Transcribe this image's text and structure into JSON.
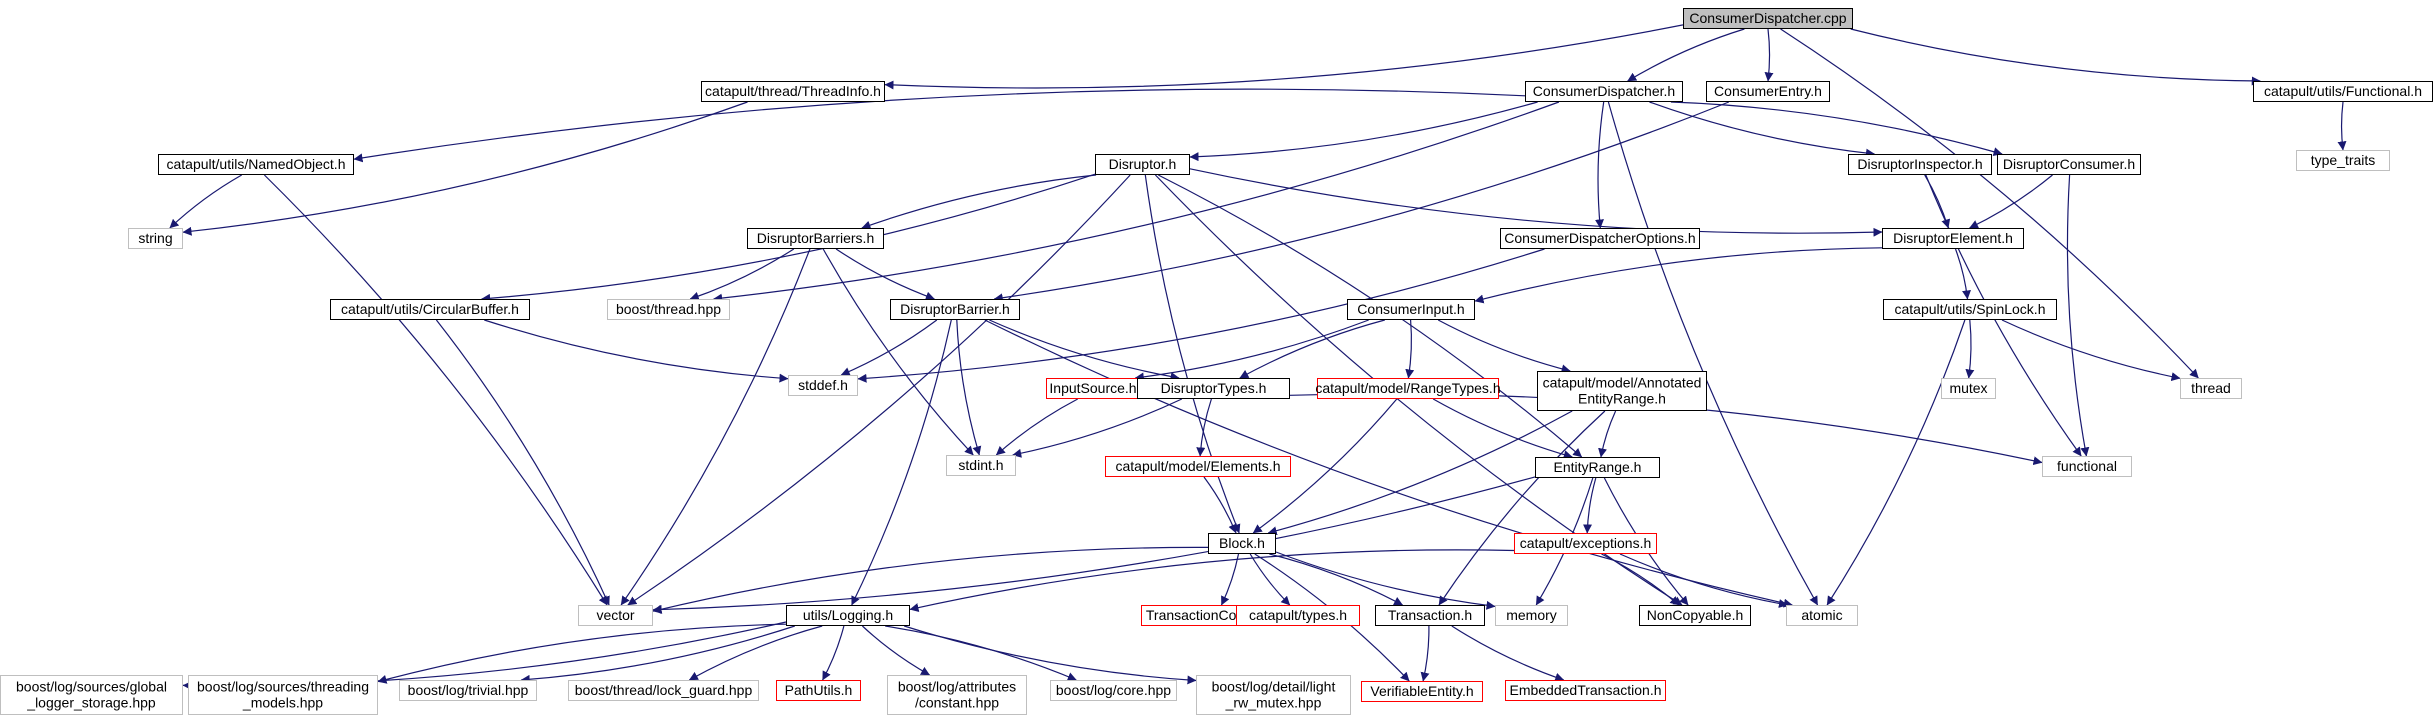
{
  "diagram": {
    "title": "ConsumerDispatcher.cpp",
    "styles": {
      "root": {
        "fill": "#bfbfbf",
        "stroke": "#000000"
      },
      "doc": {
        "fill": "#ffffff",
        "stroke": "#000000"
      },
      "external": {
        "fill": "#ffffff",
        "stroke": "#bfbfbf"
      },
      "missing": {
        "fill": "#ffffff",
        "stroke": "#ff0000"
      },
      "edge": "#191970"
    },
    "nodes": [
      {
        "id": "root",
        "lines": [
          "ConsumerDispatcher.cpp"
        ],
        "kind": "root"
      },
      {
        "id": "threadinfo",
        "lines": [
          "catapult/thread/ThreadInfo.h"
        ],
        "kind": "doc"
      },
      {
        "id": "cdh",
        "lines": [
          "ConsumerDispatcher.h"
        ],
        "kind": "doc"
      },
      {
        "id": "centry",
        "lines": [
          "ConsumerEntry.h"
        ],
        "kind": "doc"
      },
      {
        "id": "functional_h",
        "lines": [
          "catapult/utils/Functional.h"
        ],
        "kind": "doc"
      },
      {
        "id": "type_traits",
        "lines": [
          "type_traits"
        ],
        "kind": "external"
      },
      {
        "id": "named",
        "lines": [
          "catapult/utils/NamedObject.h"
        ],
        "kind": "doc"
      },
      {
        "id": "disruptor",
        "lines": [
          "Disruptor.h"
        ],
        "kind": "doc"
      },
      {
        "id": "dinspector",
        "lines": [
          "DisruptorInspector.h"
        ],
        "kind": "doc"
      },
      {
        "id": "dconsumer",
        "lines": [
          "DisruptorConsumer.h"
        ],
        "kind": "doc"
      },
      {
        "id": "string",
        "lines": [
          "string"
        ],
        "kind": "external"
      },
      {
        "id": "dbarriers",
        "lines": [
          "DisruptorBarriers.h"
        ],
        "kind": "doc"
      },
      {
        "id": "cdoptions",
        "lines": [
          "ConsumerDispatcherOptions.h"
        ],
        "kind": "doc"
      },
      {
        "id": "delement",
        "lines": [
          "DisruptorElement.h"
        ],
        "kind": "doc"
      },
      {
        "id": "circbuf",
        "lines": [
          "catapult/utils/CircularBuffer.h"
        ],
        "kind": "doc"
      },
      {
        "id": "boostthread",
        "lines": [
          "boost/thread.hpp"
        ],
        "kind": "external"
      },
      {
        "id": "dbarrier",
        "lines": [
          "DisruptorBarrier.h"
        ],
        "kind": "doc"
      },
      {
        "id": "cinput",
        "lines": [
          "ConsumerInput.h"
        ],
        "kind": "doc"
      },
      {
        "id": "spinlock",
        "lines": [
          "catapult/utils/SpinLock.h"
        ],
        "kind": "doc"
      },
      {
        "id": "stddef",
        "lines": [
          "stddef.h"
        ],
        "kind": "external"
      },
      {
        "id": "inputsource",
        "lines": [
          "InputSource.h"
        ],
        "kind": "missing"
      },
      {
        "id": "dtypes",
        "lines": [
          "DisruptorTypes.h"
        ],
        "kind": "doc"
      },
      {
        "id": "rangetypes",
        "lines": [
          "catapult/model/RangeTypes.h"
        ],
        "kind": "missing"
      },
      {
        "id": "annotated",
        "lines": [
          "catapult/model/Annotated",
          "EntityRange.h"
        ],
        "kind": "doc"
      },
      {
        "id": "mutex",
        "lines": [
          "mutex"
        ],
        "kind": "external"
      },
      {
        "id": "thread",
        "lines": [
          "thread"
        ],
        "kind": "external"
      },
      {
        "id": "stdint",
        "lines": [
          "stdint.h"
        ],
        "kind": "external"
      },
      {
        "id": "elements",
        "lines": [
          "catapult/model/Elements.h"
        ],
        "kind": "missing"
      },
      {
        "id": "entityrange",
        "lines": [
          "EntityRange.h"
        ],
        "kind": "doc"
      },
      {
        "id": "functional",
        "lines": [
          "functional"
        ],
        "kind": "external"
      },
      {
        "id": "block",
        "lines": [
          "Block.h"
        ],
        "kind": "doc"
      },
      {
        "id": "exceptions",
        "lines": [
          "catapult/exceptions.h"
        ],
        "kind": "missing"
      },
      {
        "id": "vector",
        "lines": [
          "vector"
        ],
        "kind": "external"
      },
      {
        "id": "logging",
        "lines": [
          "utils/Logging.h"
        ],
        "kind": "doc"
      },
      {
        "id": "txcontainer",
        "lines": [
          "TransactionContainer.h"
        ],
        "kind": "missing"
      },
      {
        "id": "ctypes",
        "lines": [
          "catapult/types.h"
        ],
        "kind": "missing"
      },
      {
        "id": "transaction",
        "lines": [
          "Transaction.h"
        ],
        "kind": "doc"
      },
      {
        "id": "memory",
        "lines": [
          "memory"
        ],
        "kind": "external"
      },
      {
        "id": "noncopyable",
        "lines": [
          "NonCopyable.h"
        ],
        "kind": "doc"
      },
      {
        "id": "atomic",
        "lines": [
          "atomic"
        ],
        "kind": "external"
      },
      {
        "id": "bl_global",
        "lines": [
          "boost/log/sources/global",
          "_logger_storage.hpp"
        ],
        "kind": "external"
      },
      {
        "id": "bl_threading",
        "lines": [
          "boost/log/sources/threading",
          "_models.hpp"
        ],
        "kind": "external"
      },
      {
        "id": "bl_trivial",
        "lines": [
          "boost/log/trivial.hpp"
        ],
        "kind": "external"
      },
      {
        "id": "bt_lockguard",
        "lines": [
          "boost/thread/lock_guard.hpp"
        ],
        "kind": "external"
      },
      {
        "id": "pathutils",
        "lines": [
          "PathUtils.h"
        ],
        "kind": "missing"
      },
      {
        "id": "bl_attr",
        "lines": [
          "boost/log/attributes",
          "/constant.hpp"
        ],
        "kind": "external"
      },
      {
        "id": "bl_core",
        "lines": [
          "boost/log/core.hpp"
        ],
        "kind": "external"
      },
      {
        "id": "bl_mutex",
        "lines": [
          "boost/log/detail/light",
          "_rw_mutex.hpp"
        ],
        "kind": "external"
      },
      {
        "id": "verifiable",
        "lines": [
          "VerifiableEntity.h"
        ],
        "kind": "missing"
      },
      {
        "id": "embedded",
        "lines": [
          "EmbeddedTransaction.h"
        ],
        "kind": "missing"
      }
    ],
    "edges": [
      [
        "root",
        "threadinfo"
      ],
      [
        "root",
        "cdh"
      ],
      [
        "root",
        "centry"
      ],
      [
        "root",
        "functional_h"
      ],
      [
        "root",
        "thread"
      ],
      [
        "functional_h",
        "type_traits"
      ],
      [
        "threadinfo",
        "string"
      ],
      [
        "cdh",
        "named"
      ],
      [
        "cdh",
        "disruptor"
      ],
      [
        "cdh",
        "dinspector"
      ],
      [
        "cdh",
        "dconsumer"
      ],
      [
        "cdh",
        "cdoptions"
      ],
      [
        "cdh",
        "boostthread"
      ],
      [
        "cdh",
        "atomic"
      ],
      [
        "centry",
        "dbarrier"
      ],
      [
        "named",
        "string"
      ],
      [
        "named",
        "vector"
      ],
      [
        "disruptor",
        "dbarriers"
      ],
      [
        "disruptor",
        "circbuf"
      ],
      [
        "disruptor",
        "delement"
      ],
      [
        "disruptor",
        "vector"
      ],
      [
        "disruptor",
        "block"
      ],
      [
        "disruptor",
        "entityrange"
      ],
      [
        "disruptor",
        "noncopyable"
      ],
      [
        "dinspector",
        "delement"
      ],
      [
        "dinspector",
        "functional"
      ],
      [
        "dconsumer",
        "delement"
      ],
      [
        "dconsumer",
        "functional"
      ],
      [
        "dbarriers",
        "boostthread"
      ],
      [
        "dbarriers",
        "dbarrier"
      ],
      [
        "dbarriers",
        "vector"
      ],
      [
        "dbarriers",
        "stdint"
      ],
      [
        "cdoptions",
        "stddef"
      ],
      [
        "delement",
        "cinput"
      ],
      [
        "delement",
        "spinlock"
      ],
      [
        "circbuf",
        "stddef"
      ],
      [
        "circbuf",
        "vector"
      ],
      [
        "dbarrier",
        "dtypes"
      ],
      [
        "dbarrier",
        "stddef"
      ],
      [
        "dbarrier",
        "stdint"
      ],
      [
        "dbarrier",
        "logging"
      ],
      [
        "dbarrier",
        "atomic"
      ],
      [
        "cinput",
        "inputsource"
      ],
      [
        "cinput",
        "dtypes"
      ],
      [
        "cinput",
        "rangetypes"
      ],
      [
        "cinput",
        "annotated"
      ],
      [
        "spinlock",
        "mutex"
      ],
      [
        "spinlock",
        "thread"
      ],
      [
        "spinlock",
        "atomic"
      ],
      [
        "inputsource",
        "stdint"
      ],
      [
        "dtypes",
        "stdint"
      ],
      [
        "dtypes",
        "elements"
      ],
      [
        "dtypes",
        "functional"
      ],
      [
        "rangetypes",
        "entityrange"
      ],
      [
        "rangetypes",
        "block"
      ],
      [
        "annotated",
        "entityrange"
      ],
      [
        "annotated",
        "block"
      ],
      [
        "annotated",
        "transaction"
      ],
      [
        "elements",
        "block"
      ],
      [
        "entityrange",
        "exceptions"
      ],
      [
        "entityrange",
        "memory"
      ],
      [
        "entityrange",
        "noncopyable"
      ],
      [
        "entityrange",
        "vector"
      ],
      [
        "block",
        "vector"
      ],
      [
        "block",
        "txcontainer"
      ],
      [
        "block",
        "ctypes"
      ],
      [
        "block",
        "transaction"
      ],
      [
        "block",
        "memory"
      ],
      [
        "block",
        "verifiable"
      ],
      [
        "exceptions",
        "logging"
      ],
      [
        "exceptions",
        "noncopyable"
      ],
      [
        "exceptions",
        "atomic"
      ],
      [
        "logging",
        "bl_global"
      ],
      [
        "logging",
        "bl_threading"
      ],
      [
        "logging",
        "bl_trivial"
      ],
      [
        "logging",
        "bt_lockguard"
      ],
      [
        "logging",
        "pathutils"
      ],
      [
        "logging",
        "bl_attr"
      ],
      [
        "logging",
        "bl_core"
      ],
      [
        "logging",
        "bl_mutex"
      ],
      [
        "transaction",
        "verifiable"
      ],
      [
        "transaction",
        "embedded"
      ]
    ]
  }
}
